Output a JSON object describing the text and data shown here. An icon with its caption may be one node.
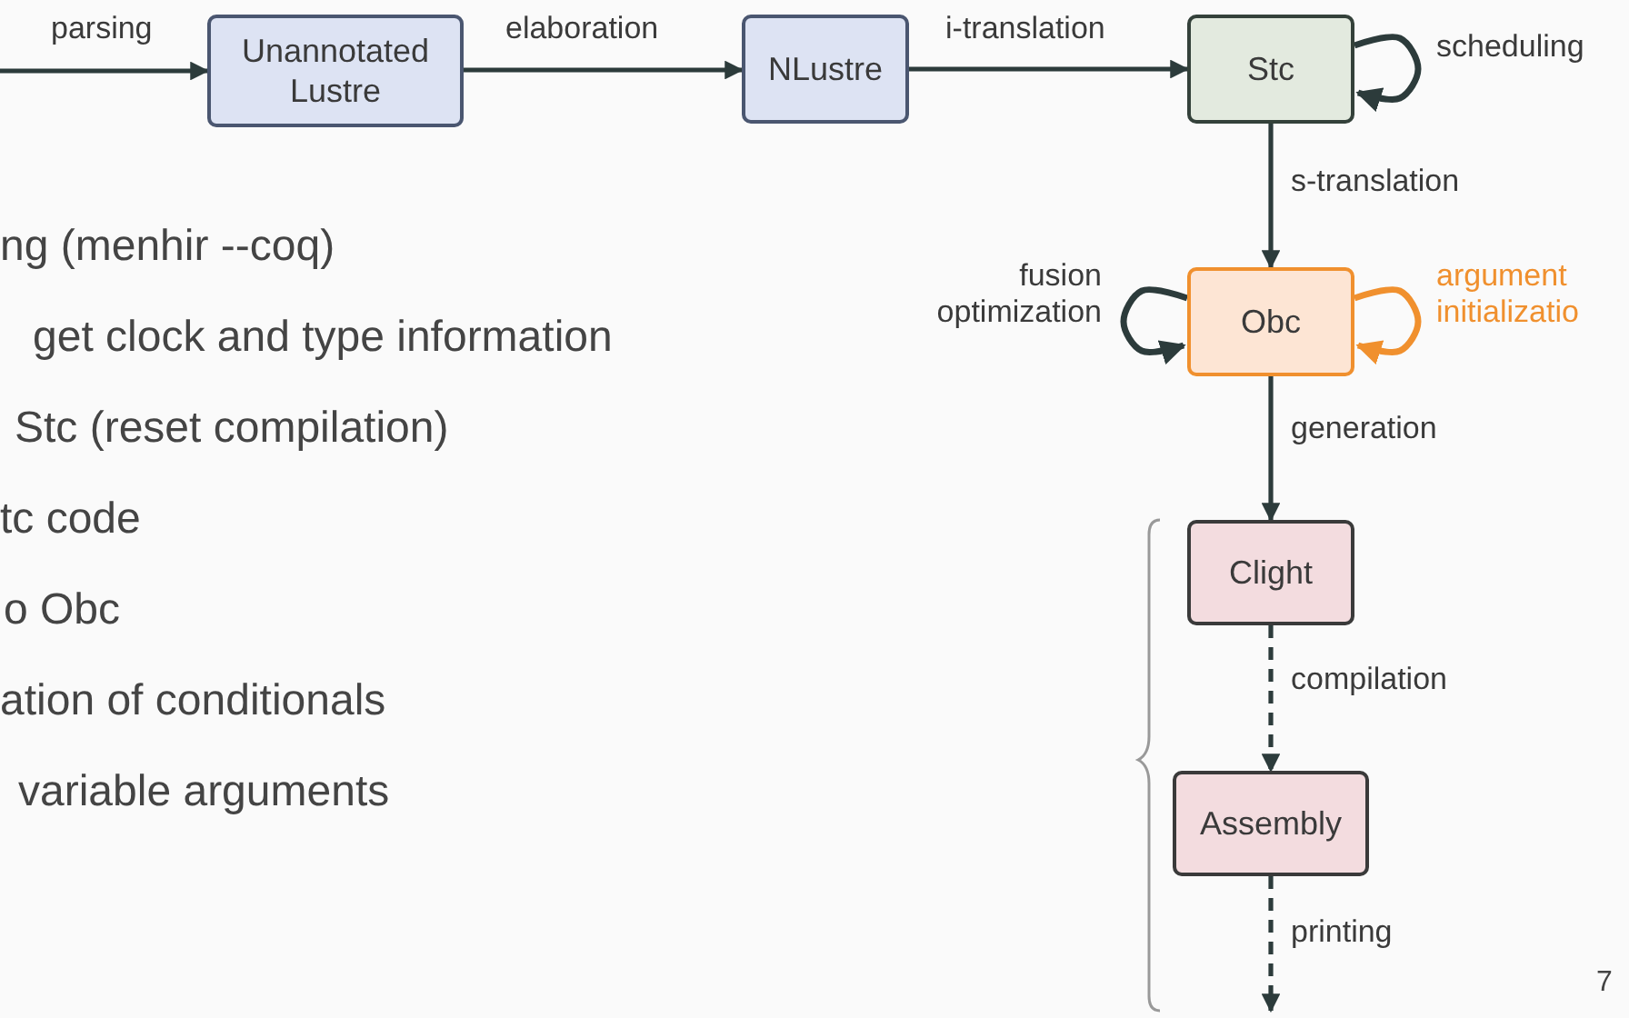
{
  "diagram": {
    "nodes": [
      {
        "text": [
          "Unannotated Lustre"
        ]
      },
      {
        "text": [
          "NLustre"
        ]
      },
      {
        "text": [
          "Stc"
        ]
      },
      {
        "text": [
          "Obc"
        ]
      },
      {
        "text": [
          "Clight"
        ]
      },
      {
        "text": [
          "Assembly"
        ]
      }
    ],
    "edges": [
      {
        "from": null,
        "to": 0,
        "arrow": "to",
        "label": "parsing"
      },
      {
        "from": 0,
        "to": 1,
        "arrow": "to",
        "label": "elaboration"
      },
      {
        "from": 1,
        "to": 2,
        "arrow": "to",
        "label": "i-translation"
      },
      {
        "from": 2,
        "to": 2,
        "arrow": "to",
        "label": "scheduling"
      },
      {
        "from": 2,
        "to": 3,
        "arrow": "to",
        "label": "s-translation"
      },
      {
        "from": 3,
        "to": 3,
        "arrow": "to",
        "label": "fusion optimization"
      },
      {
        "from": 3,
        "to": 3,
        "arrow": "to",
        "label": "argument initializatio",
        "color": "#f0902e"
      },
      {
        "from": 3,
        "to": 4,
        "arrow": "to",
        "label": "generation"
      },
      {
        "from": 4,
        "to": 5,
        "arrow": "to",
        "label": "compilation",
        "style": "dashed"
      },
      {
        "from": 5,
        "to": null,
        "arrow": "to",
        "label": "printing",
        "style": "dashed"
      }
    ],
    "labels": [
      "ng (menhir --coq)",
      "get clock and type information",
      "Stc (reset compilation)",
      "tc code",
      "o Obc",
      "ation of conditionals",
      "variable arguments",
      "7"
    ]
  }
}
